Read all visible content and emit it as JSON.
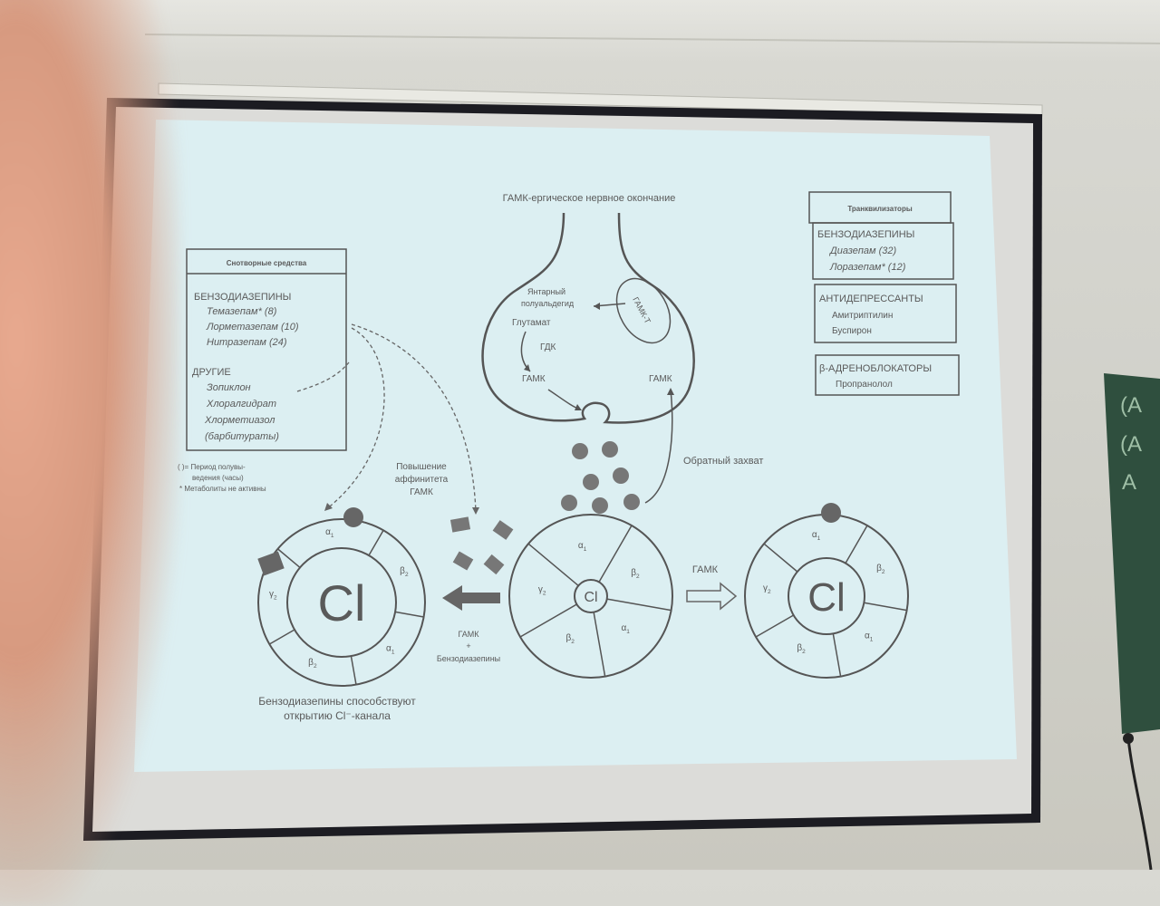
{
  "diagram": {
    "title_terminal": "ГАМК-ергическое нервное окончание",
    "left_box": {
      "header": "Снотворные средства",
      "group1_title": "БЕНЗОДИАЗЕПИНЫ",
      "group1_items": [
        "Темазепам* (8)",
        "Лорметазепам (10)",
        "Нитразепам (24)"
      ],
      "group2_title": "ДРУГИЕ",
      "group2_items": [
        "Зопиклон",
        "Хлоралгидрат",
        "Хлорметиазол",
        "(барбитураты)"
      ]
    },
    "legend": {
      "line1": "(  )= Период полувы-",
      "line2": "ведения (часы)",
      "line3": "* Метаболиты не активны"
    },
    "right_box": {
      "header": "Транквилизаторы",
      "group1_title": "БЕНЗОДИАЗЕПИНЫ",
      "group1_items": [
        "Диазепам (32)",
        "Лоразепам* (12)"
      ],
      "group2_title": "АНТИДЕПРЕССАНТЫ",
      "group2_items": [
        "Амитриптилин",
        "Буспирон"
      ],
      "group3_title": "β-АДРЕНОБЛОКАТОРЫ",
      "group3_items": [
        "Пропранолол"
      ]
    },
    "terminal_labels": {
      "succinic": "Янтарный",
      "succinic2": "полуальдегид",
      "glutamate": "Глутамат",
      "gdk": "ГДК",
      "gaba_left": "ГАМК",
      "gaba_right": "ГАМК",
      "transaminase": "ГАМК-Т"
    },
    "reuptake": "Обратный захват",
    "affinity": [
      "Повышение",
      "аффинитета",
      "ГАМК"
    ],
    "gaba_arrow": "ГАМК",
    "combo": [
      "ГАМК",
      "+",
      "Бензодиазепины"
    ],
    "caption": [
      "Бензодиазепины способствуют",
      "открытию Cl⁻-канала"
    ],
    "channel_ion": "Cl",
    "subunits": {
      "alpha": "α",
      "alpha_sub": "1",
      "beta": "β",
      "beta_sub": "2",
      "gamma": "γ",
      "gamma_sub": "2"
    }
  }
}
